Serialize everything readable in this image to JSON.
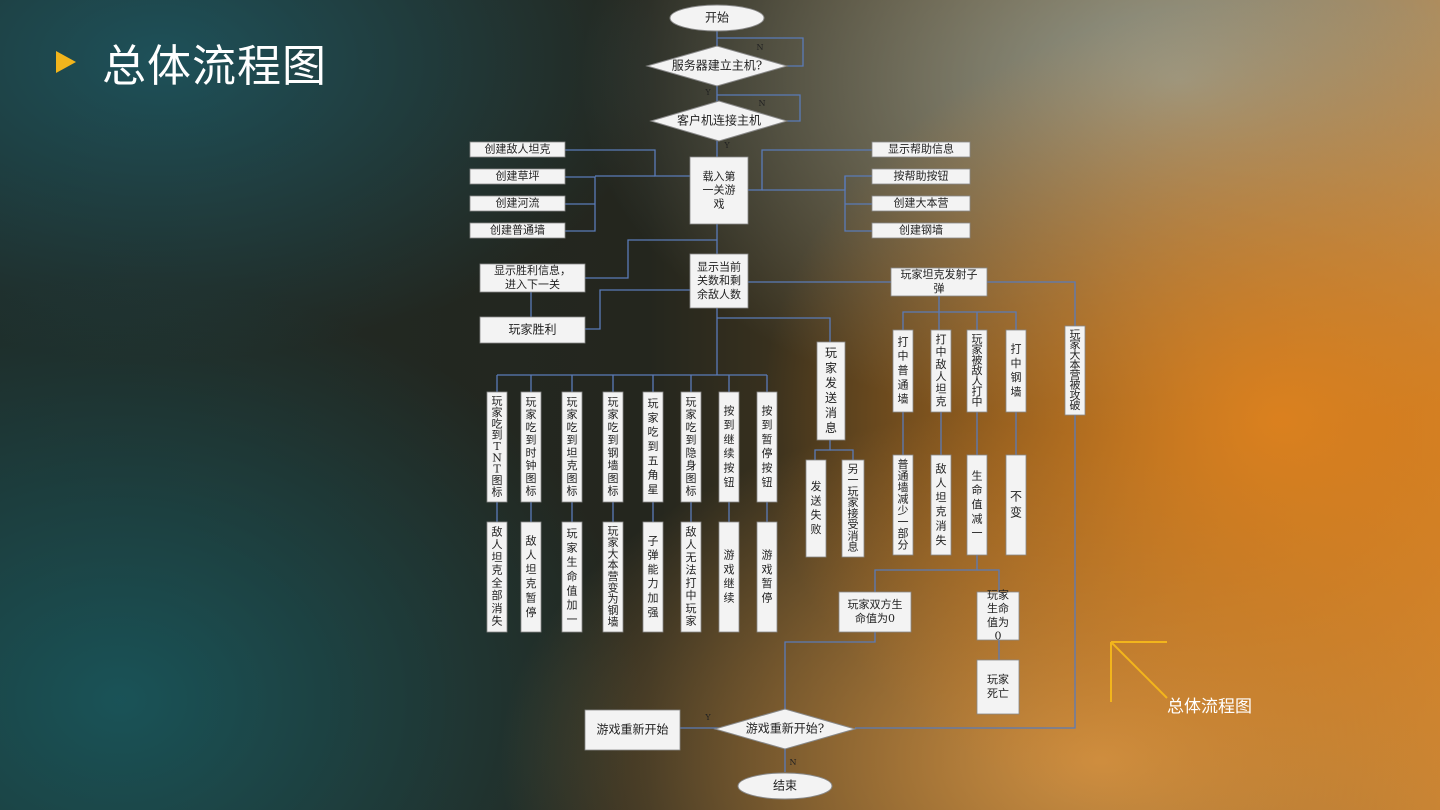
{
  "slide": {
    "title": "总体流程图",
    "caption": "总体流程图"
  },
  "colors": {
    "accent": "#f2b51c",
    "box": "#f3f3f3",
    "line": "#5a7bb8"
  },
  "nodes": {
    "start": "开始",
    "server": "服务器建立主机?",
    "client": "客户机连接主机",
    "load": "载入第一关游戏",
    "create_enemy": "创建敌人坦克",
    "create_grass": "创建草坪",
    "create_river": "创建河流",
    "create_wall": "创建普通墙",
    "show_help": "显示帮助信息",
    "help_button": "按帮助按钮",
    "create_base": "创建大本营",
    "create_steel": "创建钢墙",
    "show_level": "显示当前关数和剩余敌人数",
    "win_info": "显示胜利信息，进入下一关",
    "player_win": "玩家胜利",
    "fire": "玩家坦克发射子弹",
    "send_msg": "玩家发送消息",
    "send_fail": "发送失败",
    "other_recv": "另一玩家接受消息",
    "hit_wall": "打中普通墙",
    "hit_enemy": "打中敌人坦克",
    "hit_by_enemy": "玩家被敌人打中",
    "hit_steel": "打中钢墙",
    "base_destroyed": "玩家大本营被攻破",
    "wall_reduce": "普通墙减少一部分",
    "enemy_gone": "敌人坦克消失",
    "life_minus": "生命值减一",
    "no_change": "不变",
    "both_zero": "玩家双方生命值为0",
    "player_zero": "玩家生命值为0",
    "player_dead": "玩家死亡",
    "restart_q": "游戏重新开始?",
    "restart": "游戏重新开始",
    "end": "结束",
    "eat_tnt": "玩家吃到TNT图标",
    "eat_clock": "玩家吃到时钟图标",
    "eat_tank": "玩家吃到坦克图标",
    "eat_steel": "玩家吃到钢墙图标",
    "eat_star": "玩家吃到五角星",
    "eat_hide": "玩家吃到隐身图标",
    "continue_btn": "按到继续按钮",
    "pause_btn": "按到暂停按钮",
    "all_enemy_gone": "敌人坦克全部消失",
    "enemy_pause": "敌人坦克暂停",
    "life_plus": "玩家生命值加一",
    "base_steel": "玩家大本营变为钢墙",
    "bullet_up": "子弹能力加强",
    "cant_hit": "敌人无法打中玩家",
    "game_continue": "游戏继续",
    "game_pause": "游戏暂停"
  },
  "edge_labels": {
    "no": "N",
    "yes": "Y"
  }
}
